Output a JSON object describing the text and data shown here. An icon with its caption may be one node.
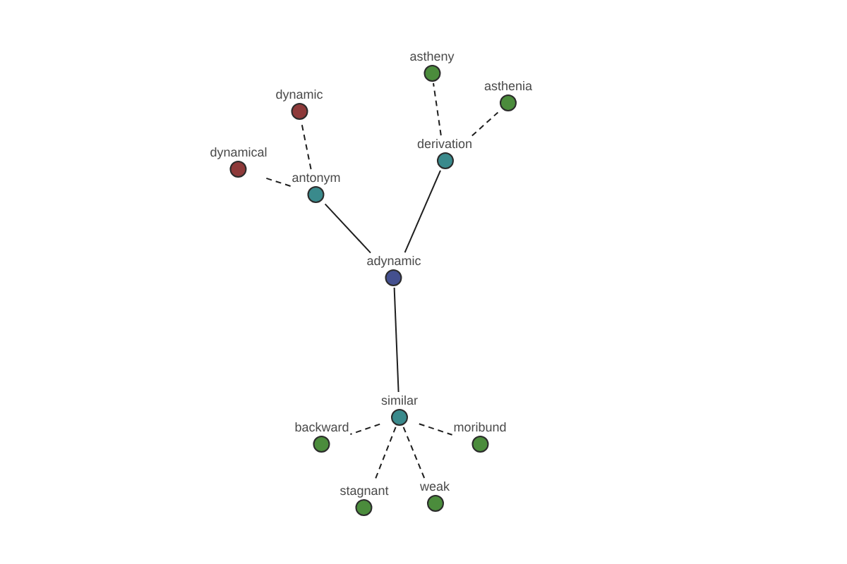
{
  "diagram": {
    "nodes": [
      {
        "text": [
          "astheny"
        ]
      },
      {
        "text": [
          "dynamic"
        ]
      },
      {
        "text": [
          "asthenia"
        ]
      },
      {
        "text": [
          "derivation"
        ]
      },
      {
        "text": [
          "dynamical"
        ]
      },
      {
        "text": [
          "antonym"
        ]
      },
      {
        "text": [
          "adynamic"
        ]
      },
      {
        "text": [
          "similar"
        ]
      },
      {
        "text": [
          "backward"
        ]
      },
      {
        "text": [
          "moribund"
        ]
      },
      {
        "text": [
          "weak"
        ]
      },
      {
        "text": [
          "stagnant"
        ]
      }
    ],
    "edges": [
      {
        "from": 6,
        "to": 5,
        "arrow": "none"
      },
      {
        "from": 6,
        "to": 3,
        "arrow": "none"
      },
      {
        "from": 6,
        "to": 7,
        "arrow": "none"
      },
      {
        "from": 5,
        "to": 1,
        "arrow": "none",
        "style": "dashed"
      },
      {
        "from": 5,
        "to": 4,
        "arrow": "none",
        "style": "dashed"
      },
      {
        "from": 3,
        "to": 0,
        "arrow": "none",
        "style": "dashed"
      },
      {
        "from": 3,
        "to": 2,
        "arrow": "none",
        "style": "dashed"
      },
      {
        "from": 7,
        "to": 8,
        "arrow": "none",
        "style": "dashed"
      },
      {
        "from": 7,
        "to": 11,
        "arrow": "none",
        "style": "dashed"
      },
      {
        "from": 7,
        "to": 10,
        "arrow": "none",
        "style": "dashed"
      },
      {
        "from": 7,
        "to": 9,
        "arrow": "none",
        "style": "dashed"
      }
    ]
  }
}
